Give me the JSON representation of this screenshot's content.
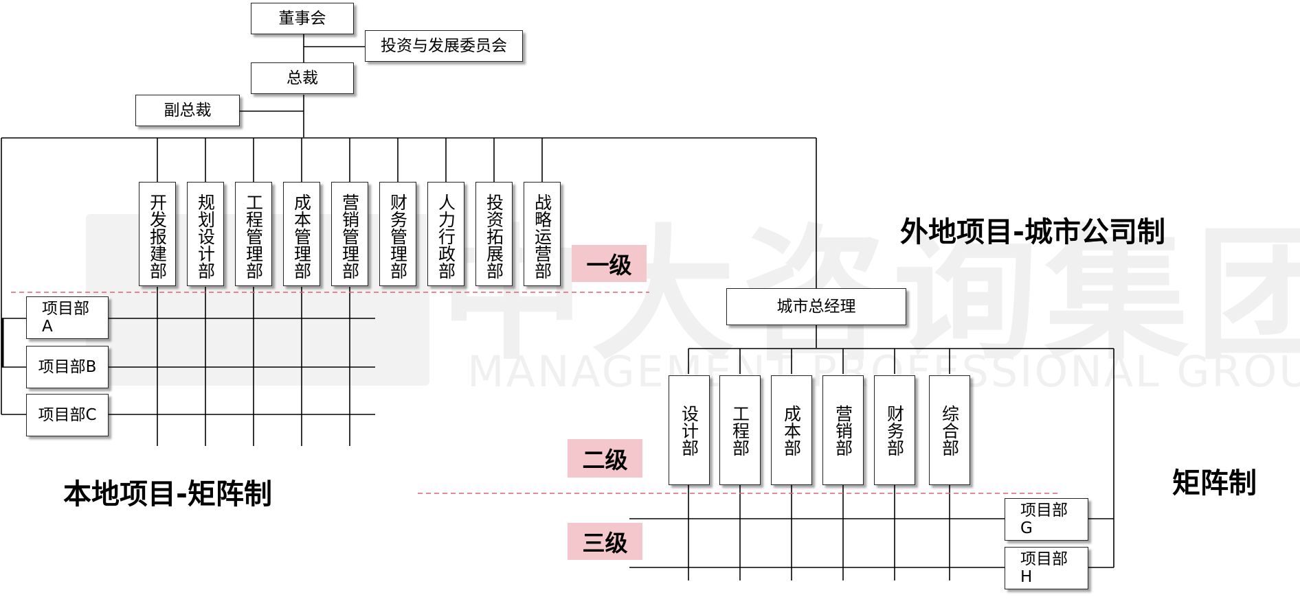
{
  "watermark": {
    "title": "中大咨询集团",
    "subtitle": "MANAGEMENT PROFESSIONAL GROUP"
  },
  "top": {
    "board": "董事会",
    "committee": "投资与发展委员会",
    "president": "总裁",
    "vp": "副总裁"
  },
  "hq_departments": [
    "开发报建部",
    "规划设计部",
    "工程管理部",
    "成本管理部",
    "营销管理部",
    "财务管理部",
    "人力行政部",
    "投资拓展部",
    "战略运营部"
  ],
  "local": {
    "heading": "本地项目-矩阵制",
    "projects": [
      "项目部A",
      "项目部B",
      "项目部C"
    ]
  },
  "remote": {
    "heading": "外地项目-城市公司制",
    "city_gm": "城市总经理",
    "departments": [
      "设计部",
      "工程部",
      "成本部",
      "营销部",
      "财务部",
      "综合部"
    ],
    "projects": [
      "项目部G",
      "项目部H"
    ],
    "matrix_label": "矩阵制"
  },
  "levels": [
    "一级",
    "二级",
    "三级"
  ],
  "colors": {
    "level_bg": "#f4c7cd",
    "dashed_line": "#e06070",
    "line": "#000000"
  }
}
